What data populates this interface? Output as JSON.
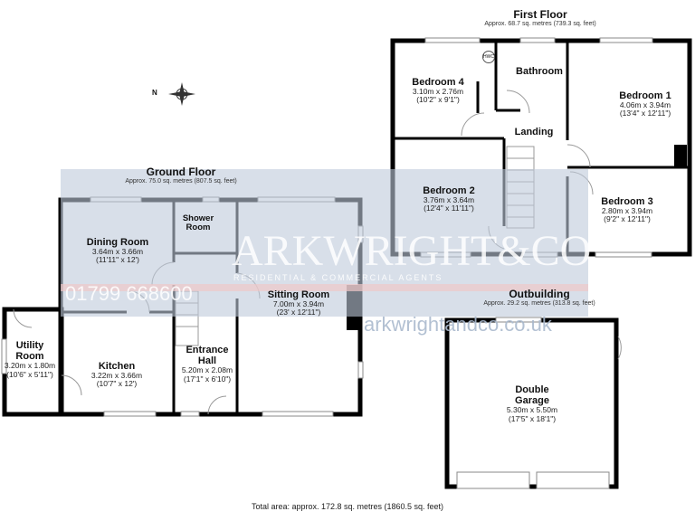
{
  "first_floor": {
    "title": "First Floor",
    "area": "Approx. 68.7 sq. metres (739.3 sq. feet)",
    "rooms": [
      {
        "name": "Bedroom 4",
        "dims": "3.10m x 2.76m",
        "dims_imperial": "(10'2\" x 9'1\")"
      },
      {
        "name": "Bathroom"
      },
      {
        "name": "Bedroom 1",
        "dims": "4.06m x 3.94m",
        "dims_imperial": "(13'4\" x 12'11\")"
      },
      {
        "name": "Landing"
      },
      {
        "name": "Bedroom 2",
        "dims": "3.76m x 3.64m",
        "dims_imperial": "(12'4\" x 11'11\")"
      },
      {
        "name": "Bedroom 3",
        "dims": "2.80m x 3.94m",
        "dims_imperial": "(9'2\" x 12'11\")"
      }
    ],
    "fixture_label": "HWC"
  },
  "ground_floor": {
    "title": "Ground Floor",
    "area": "Approx. 75.0 sq. metres (807.5 sq. feet)",
    "rooms": [
      {
        "name": "Dining Room",
        "dims": "3.64m x 3.66m",
        "dims_imperial": "(11'11\" x 12')"
      },
      {
        "name": "Shower Room"
      },
      {
        "name": "Sitting Room",
        "dims": "7.00m x 3.94m",
        "dims_imperial": "(23' x 12'11\")"
      },
      {
        "name": "Utility Room",
        "dims": "3.20m x 1.80m",
        "dims_imperial": "(10'6\" x 5'11\")"
      },
      {
        "name": "Kitchen",
        "dims": "3.22m x 3.66m",
        "dims_imperial": "(10'7\" x 12')"
      },
      {
        "name": "Entrance Hall",
        "dims": "5.20m x 2.08m",
        "dims_imperial": "(17'1\" x 6'10\")"
      }
    ]
  },
  "outbuilding": {
    "title": "Outbuilding",
    "area": "Approx. 29.2 sq. metres (313.8 sq. feet)",
    "rooms": [
      {
        "name": "Double Garage",
        "dims": "5.30m x 5.50m",
        "dims_imperial": "(17'5\" x 18'1\")"
      }
    ]
  },
  "total_area": "Total area: approx. 172.8 sq. metres (1860.5 sq. feet)",
  "watermark": {
    "name": "ARKWRIGHT&CO",
    "tagline": "RESIDENTIAL & COMMERCIAL AGENTS",
    "phone": "01799 668600",
    "website": "arkwrightandco.co.uk"
  },
  "compass": {
    "label": "N"
  }
}
